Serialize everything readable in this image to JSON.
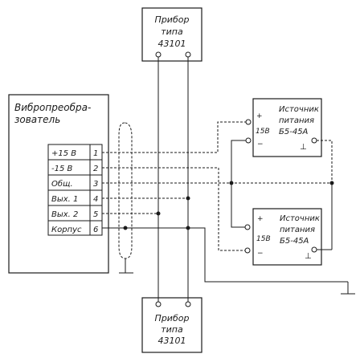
{
  "meter_top": {
    "line1": "Прибор",
    "line2": "типа",
    "line3": "43101"
  },
  "meter_bottom": {
    "line1": "Прибор",
    "line2": "типа",
    "line3": "43101"
  },
  "transducer": {
    "title_line1": "Вибропреобра-",
    "title_line2": "зователь",
    "pins": [
      {
        "label": "+15 В",
        "number": "1"
      },
      {
        "label": "-15 В",
        "number": "2"
      },
      {
        "label": "Общ.",
        "number": "3"
      },
      {
        "label": "Вых. 1",
        "number": "4"
      },
      {
        "label": "Вых. 2",
        "number": "5"
      },
      {
        "label": "Корпус",
        "number": "6"
      }
    ]
  },
  "psu_top": {
    "line1": "Источник",
    "line2": "питания",
    "line3": "Б5-45А",
    "voltage": "15В",
    "plus": "+",
    "minus": "−",
    "ground": "⊥"
  },
  "psu_bottom": {
    "line1": "Источник",
    "line2": "питания",
    "line3": "Б5-45А",
    "voltage": "15В",
    "plus": "+",
    "minus": "−",
    "ground": "⊥"
  }
}
